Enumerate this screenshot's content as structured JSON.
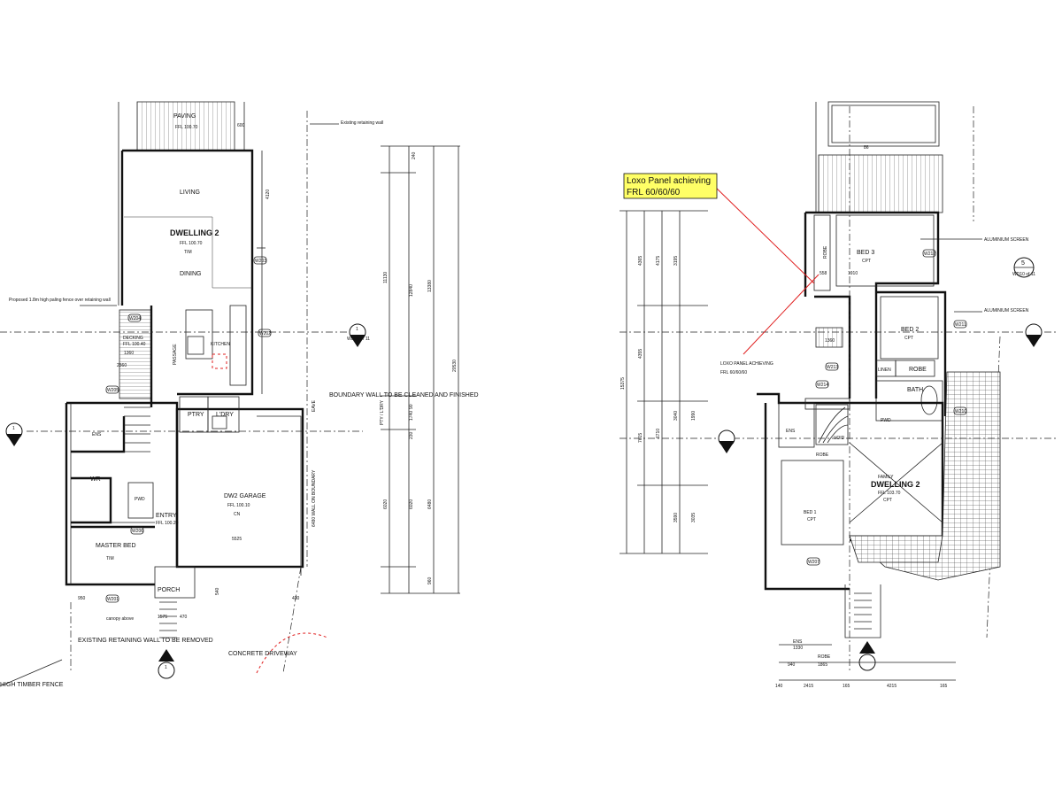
{
  "ground_floor": {
    "rooms": {
      "paving": "PAVING",
      "paving_frl": "FFL 100.70",
      "living": "LIVING",
      "dwelling": "DWELLING 2",
      "dwelling_frl": "FFL 100.70",
      "dwelling_floor": "TIM",
      "dining": "DINING",
      "decking": "DECKING",
      "decking_frl": "FFL 100.40",
      "passage": "PASSAGE",
      "kitchen": "KITCHEN",
      "ptry": "PTRY",
      "ldry": "L'DRY",
      "ens": "ENS",
      "wr": "WR",
      "pwd": "PWD",
      "entry": "ENTRY",
      "entry_frl": "FFL 100.20",
      "master_bed": "MASTER BED",
      "master_floor": "TIM",
      "garage": "DW2 GARAGE",
      "garage_frl": "FFL 100.10",
      "garage_floor": "CN",
      "porch": "PORCH"
    },
    "notes": {
      "existing_retaining_wall": "Existing retaining wall",
      "fence": "Proposed 1.8m high paling fence over retaining wall",
      "boundary_wall": "BOUNDARY WALL TO BE CLEANED AND FINISHED",
      "wall_on_boundary": "6480 WALL ON BOUNDARY",
      "retaining_removed": "EXISTING RETAINING WALL TO BE REMOVED",
      "timber_fence": "HIGH TIMBER FENCE",
      "concrete": "CONCRETE DRIVEWAY",
      "canopy": "canopy above",
      "eave": "EAVE",
      "pty_ldry": "PTY / L'DRY"
    },
    "windows": [
      "W204",
      "W203",
      "W202",
      "W205",
      "W206",
      "W201"
    ],
    "dimensions": {
      "d600": "600",
      "d4120": "4120",
      "d1360": "1360",
      "d2360": "2360",
      "d950": "950",
      "d1575": "1575",
      "d470": "470",
      "d5525": "5525",
      "d6020": "6020",
      "d430": "430",
      "d540": "540",
      "d960": "960",
      "d240": "240",
      "d11130": "11130",
      "d12840": "12840",
      "d13380": "13380",
      "d20530": "20530",
      "d1740": "1740",
      "d6020b": "6020",
      "d6480": "6480",
      "d90": "90",
      "d230": "230"
    },
    "section_marks": [
      "1",
      "1",
      "1"
    ],
    "section_ref": "WD08 of 11"
  },
  "first_floor": {
    "callout": {
      "line1": "Loxo Panel achieving",
      "line2": "FRL 60/60/60"
    },
    "callout2": {
      "line1": "LOXO PANEL ACHIEVING",
      "line2": "FRL 60/60/60"
    },
    "rooms": {
      "bed3": "BED 3",
      "bed3_floor": "CPT",
      "robe1": "ROBE",
      "bed2": "BED 2",
      "bed2_floor": "CPT",
      "linen": "LINEN",
      "robe2": "ROBE",
      "bath": "BATH",
      "pwd": "PWD",
      "ens": "ENS",
      "void": "VOID",
      "family": "FAMILY",
      "dwelling": "DWELLING 2",
      "dwelling_frl": "FFL 103.70",
      "dwelling_floor": "CPT",
      "robe3": "ROBE",
      "bed1": "BED 1",
      "bed1_floor": "CPT"
    },
    "notes": {
      "alum1": "ALUMINIUM SCREEN",
      "alum2": "ALUMINIUM SCREEN"
    },
    "windows": [
      "W212",
      "W211",
      "W213",
      "W214",
      "W210",
      "W207"
    ],
    "section_5": "5",
    "section_ref": "WD10 of 11",
    "dimensions": {
      "d4365": "4365",
      "d4175": "4175",
      "d3195": "3195",
      "d4355": "4355",
      "d15375": "15375",
      "d7615": "7615",
      "d6710": "6710",
      "d3590": "3590",
      "d3040": "3040",
      "d1990": "1990",
      "d3035": "3035",
      "d1360": "1360",
      "d558": "558",
      "d1910": "1910",
      "d1330": "1330",
      "d940": "940",
      "d1865": "1865",
      "d2415": "2415",
      "d4215": "4215",
      "d140": "140",
      "d165": "165",
      "d86": "86"
    },
    "bottom_labels": {
      "ens": "ENS",
      "robe": "ROBE"
    }
  }
}
